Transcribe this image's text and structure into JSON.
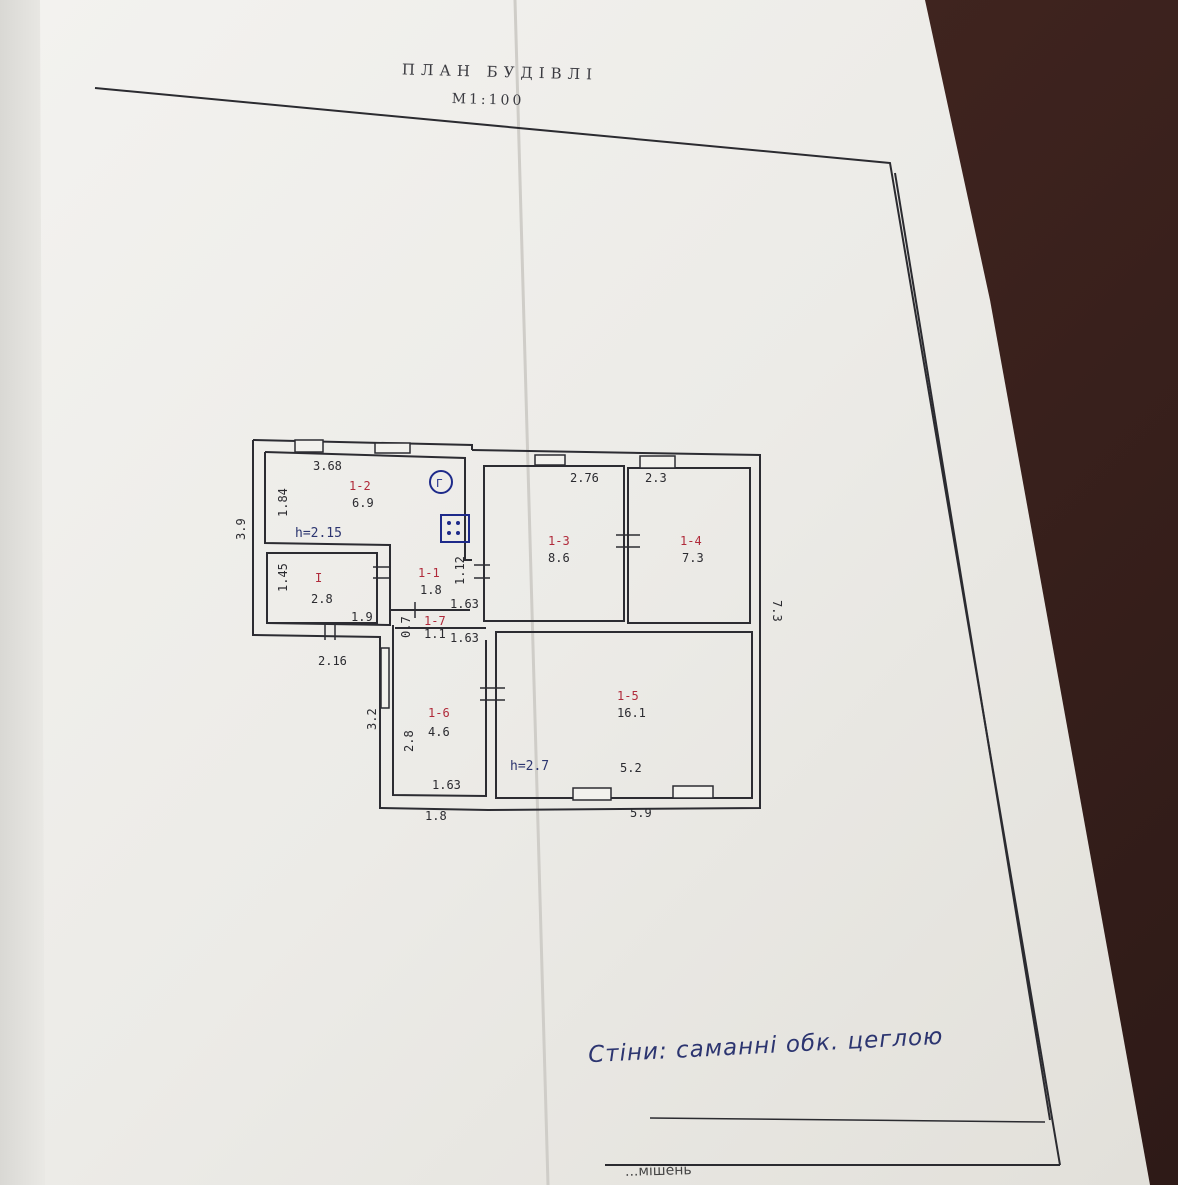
{
  "header": {
    "title": "ПЛАН БУДІВЛІ",
    "scale": "М1:100"
  },
  "plan": {
    "dims": {
      "d_3_68": "3.68",
      "d_3_9": "3.9",
      "d_1_84": "1.84",
      "d_2_76": "2.76",
      "d_2_3": "2.3",
      "d_1_12": "1.12",
      "d_1_45": "1.45",
      "d_1_9": "1.9",
      "d_1_63a": "1.63",
      "d_0_7": "0.7",
      "d_1_1": "1.1",
      "d_1_63b": "1.63",
      "d_2_16": "2.16",
      "d_7_3": "7.3",
      "d_3_2": "3.2",
      "d_2_8": "2.8",
      "d_1_63c": "1.63",
      "d_5_2": "5.2",
      "d_1_8": "1.8",
      "d_5_9": "5.9"
    },
    "rooms": [
      {
        "id": "1-2",
        "area": "6.9"
      },
      {
        "id": "1-3",
        "area": "8.6"
      },
      {
        "id": "1-4",
        "area": "7.3"
      },
      {
        "id": "1-1",
        "area": "1.8"
      },
      {
        "id": "I",
        "area": "2.8"
      },
      {
        "id": "1-7",
        "area": "1.1"
      },
      {
        "id": "1-5",
        "area": "16.1"
      },
      {
        "id": "1-6",
        "area": "4.6"
      }
    ],
    "heights": {
      "h1": "h=2.15",
      "h2": "h=2.7"
    },
    "boiler_mark": "Г"
  },
  "note": "Стіни: саманні обк. цеглою",
  "footer": "...мішень"
}
